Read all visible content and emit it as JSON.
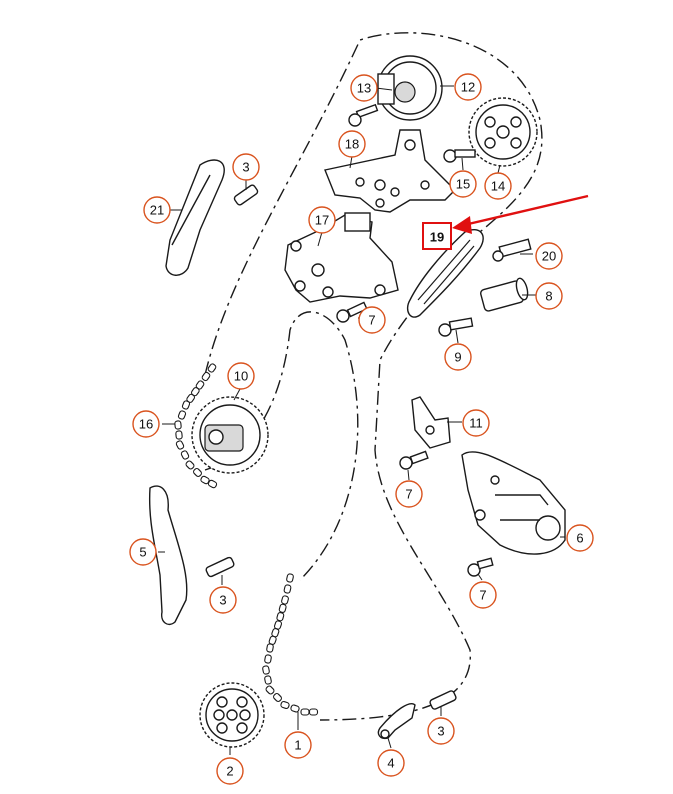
{
  "diagram": {
    "callouts": [
      {
        "id": "c13",
        "label": "13"
      },
      {
        "id": "c12",
        "label": "12"
      },
      {
        "id": "c18",
        "label": "18"
      },
      {
        "id": "c15",
        "label": "15"
      },
      {
        "id": "c14",
        "label": "14"
      },
      {
        "id": "c3a",
        "label": "3"
      },
      {
        "id": "c21",
        "label": "21"
      },
      {
        "id": "c17",
        "label": "17"
      },
      {
        "id": "c19",
        "label": "19"
      },
      {
        "id": "c20",
        "label": "20"
      },
      {
        "id": "c8",
        "label": "8"
      },
      {
        "id": "c7a",
        "label": "7"
      },
      {
        "id": "c9",
        "label": "9"
      },
      {
        "id": "c10",
        "label": "10"
      },
      {
        "id": "c16",
        "label": "16"
      },
      {
        "id": "c11",
        "label": "11"
      },
      {
        "id": "c7b",
        "label": "7"
      },
      {
        "id": "c6",
        "label": "6"
      },
      {
        "id": "c5",
        "label": "5"
      },
      {
        "id": "c3b",
        "label": "3"
      },
      {
        "id": "c7c",
        "label": "7"
      },
      {
        "id": "c1",
        "label": "1"
      },
      {
        "id": "c2",
        "label": "2"
      },
      {
        "id": "c4",
        "label": "4"
      },
      {
        "id": "c3c",
        "label": "3"
      }
    ],
    "highlight": {
      "label": "19",
      "color": "#e01010"
    },
    "callout_color": "#d9531e"
  }
}
